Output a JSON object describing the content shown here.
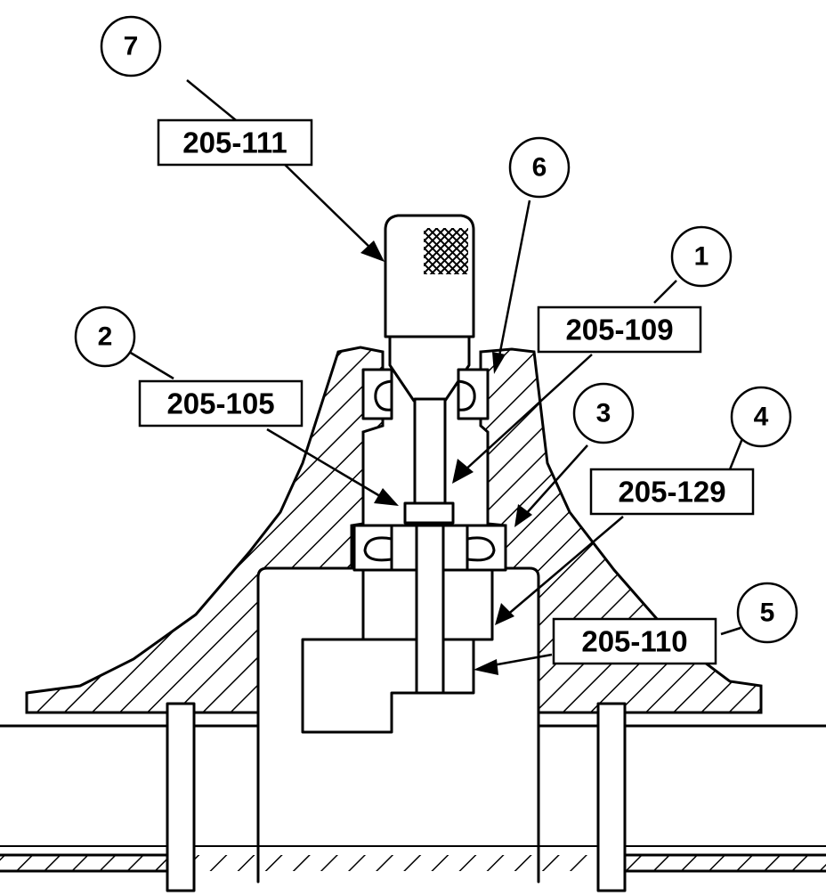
{
  "callouts": {
    "c1": {
      "number": "1",
      "tool": "205-109"
    },
    "c2": {
      "number": "2",
      "tool": "205-105"
    },
    "c3": {
      "number": "3",
      "tool": ""
    },
    "c4": {
      "number": "4",
      "tool": "205-129"
    },
    "c5": {
      "number": "5",
      "tool": "205-110"
    },
    "c6": {
      "number": "6",
      "tool": ""
    },
    "c7": {
      "number": "7",
      "tool": "205-111"
    }
  },
  "colors": {
    "line": "#000000",
    "background": "#ffffff"
  }
}
